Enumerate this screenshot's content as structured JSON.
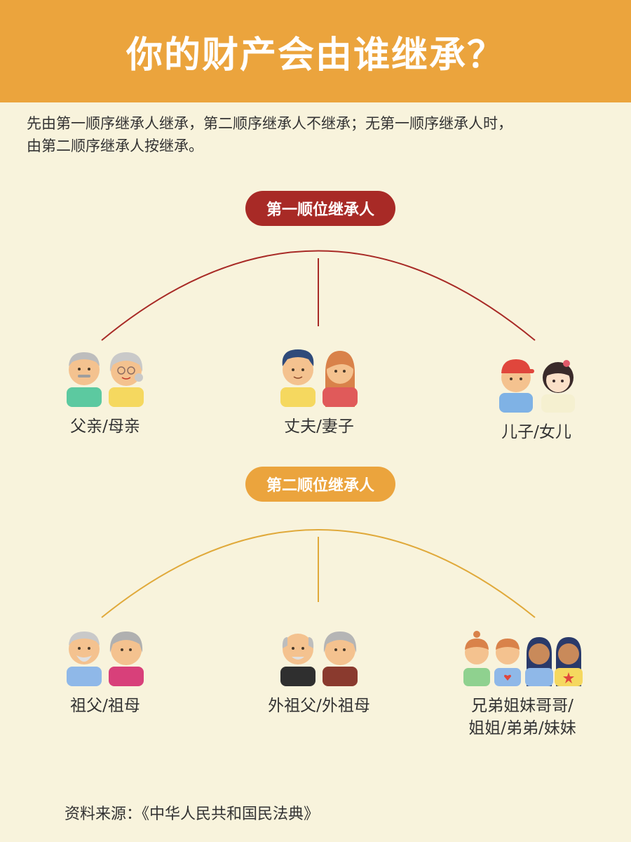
{
  "title": "你的财产会由谁继承？",
  "intro": {
    "line1": "先由第一顺序继承人继承，第二顺序继承人不继承；无第一顺序继承人时，",
    "line2": "由第二顺序继承人按继承。"
  },
  "first_order": {
    "label": "第一顺位继承人",
    "members": [
      {
        "label": "父亲/母亲",
        "icon": "parents-icon"
      },
      {
        "label": "丈夫/妻子",
        "icon": "spouse-icon"
      },
      {
        "label": "儿子/女儿",
        "icon": "children-icon"
      }
    ]
  },
  "second_order": {
    "label": "第二顺位继承人",
    "members": [
      {
        "label": "祖父/祖母",
        "icon": "grandparents-icon"
      },
      {
        "label": "外祖父/外祖母",
        "icon": "maternal-grandparents-icon"
      },
      {
        "label_line1": "兄弟姐妹哥哥/",
        "label_line2": "姐姐/弟弟/妹妹",
        "icon": "siblings-icon"
      }
    ]
  },
  "source": "资料来源：《中华人民共和国民法典》",
  "colors": {
    "background": "#f8f3dc",
    "header": "#eba43d",
    "first_order": "#a82a26",
    "second_order": "#eba43d"
  }
}
